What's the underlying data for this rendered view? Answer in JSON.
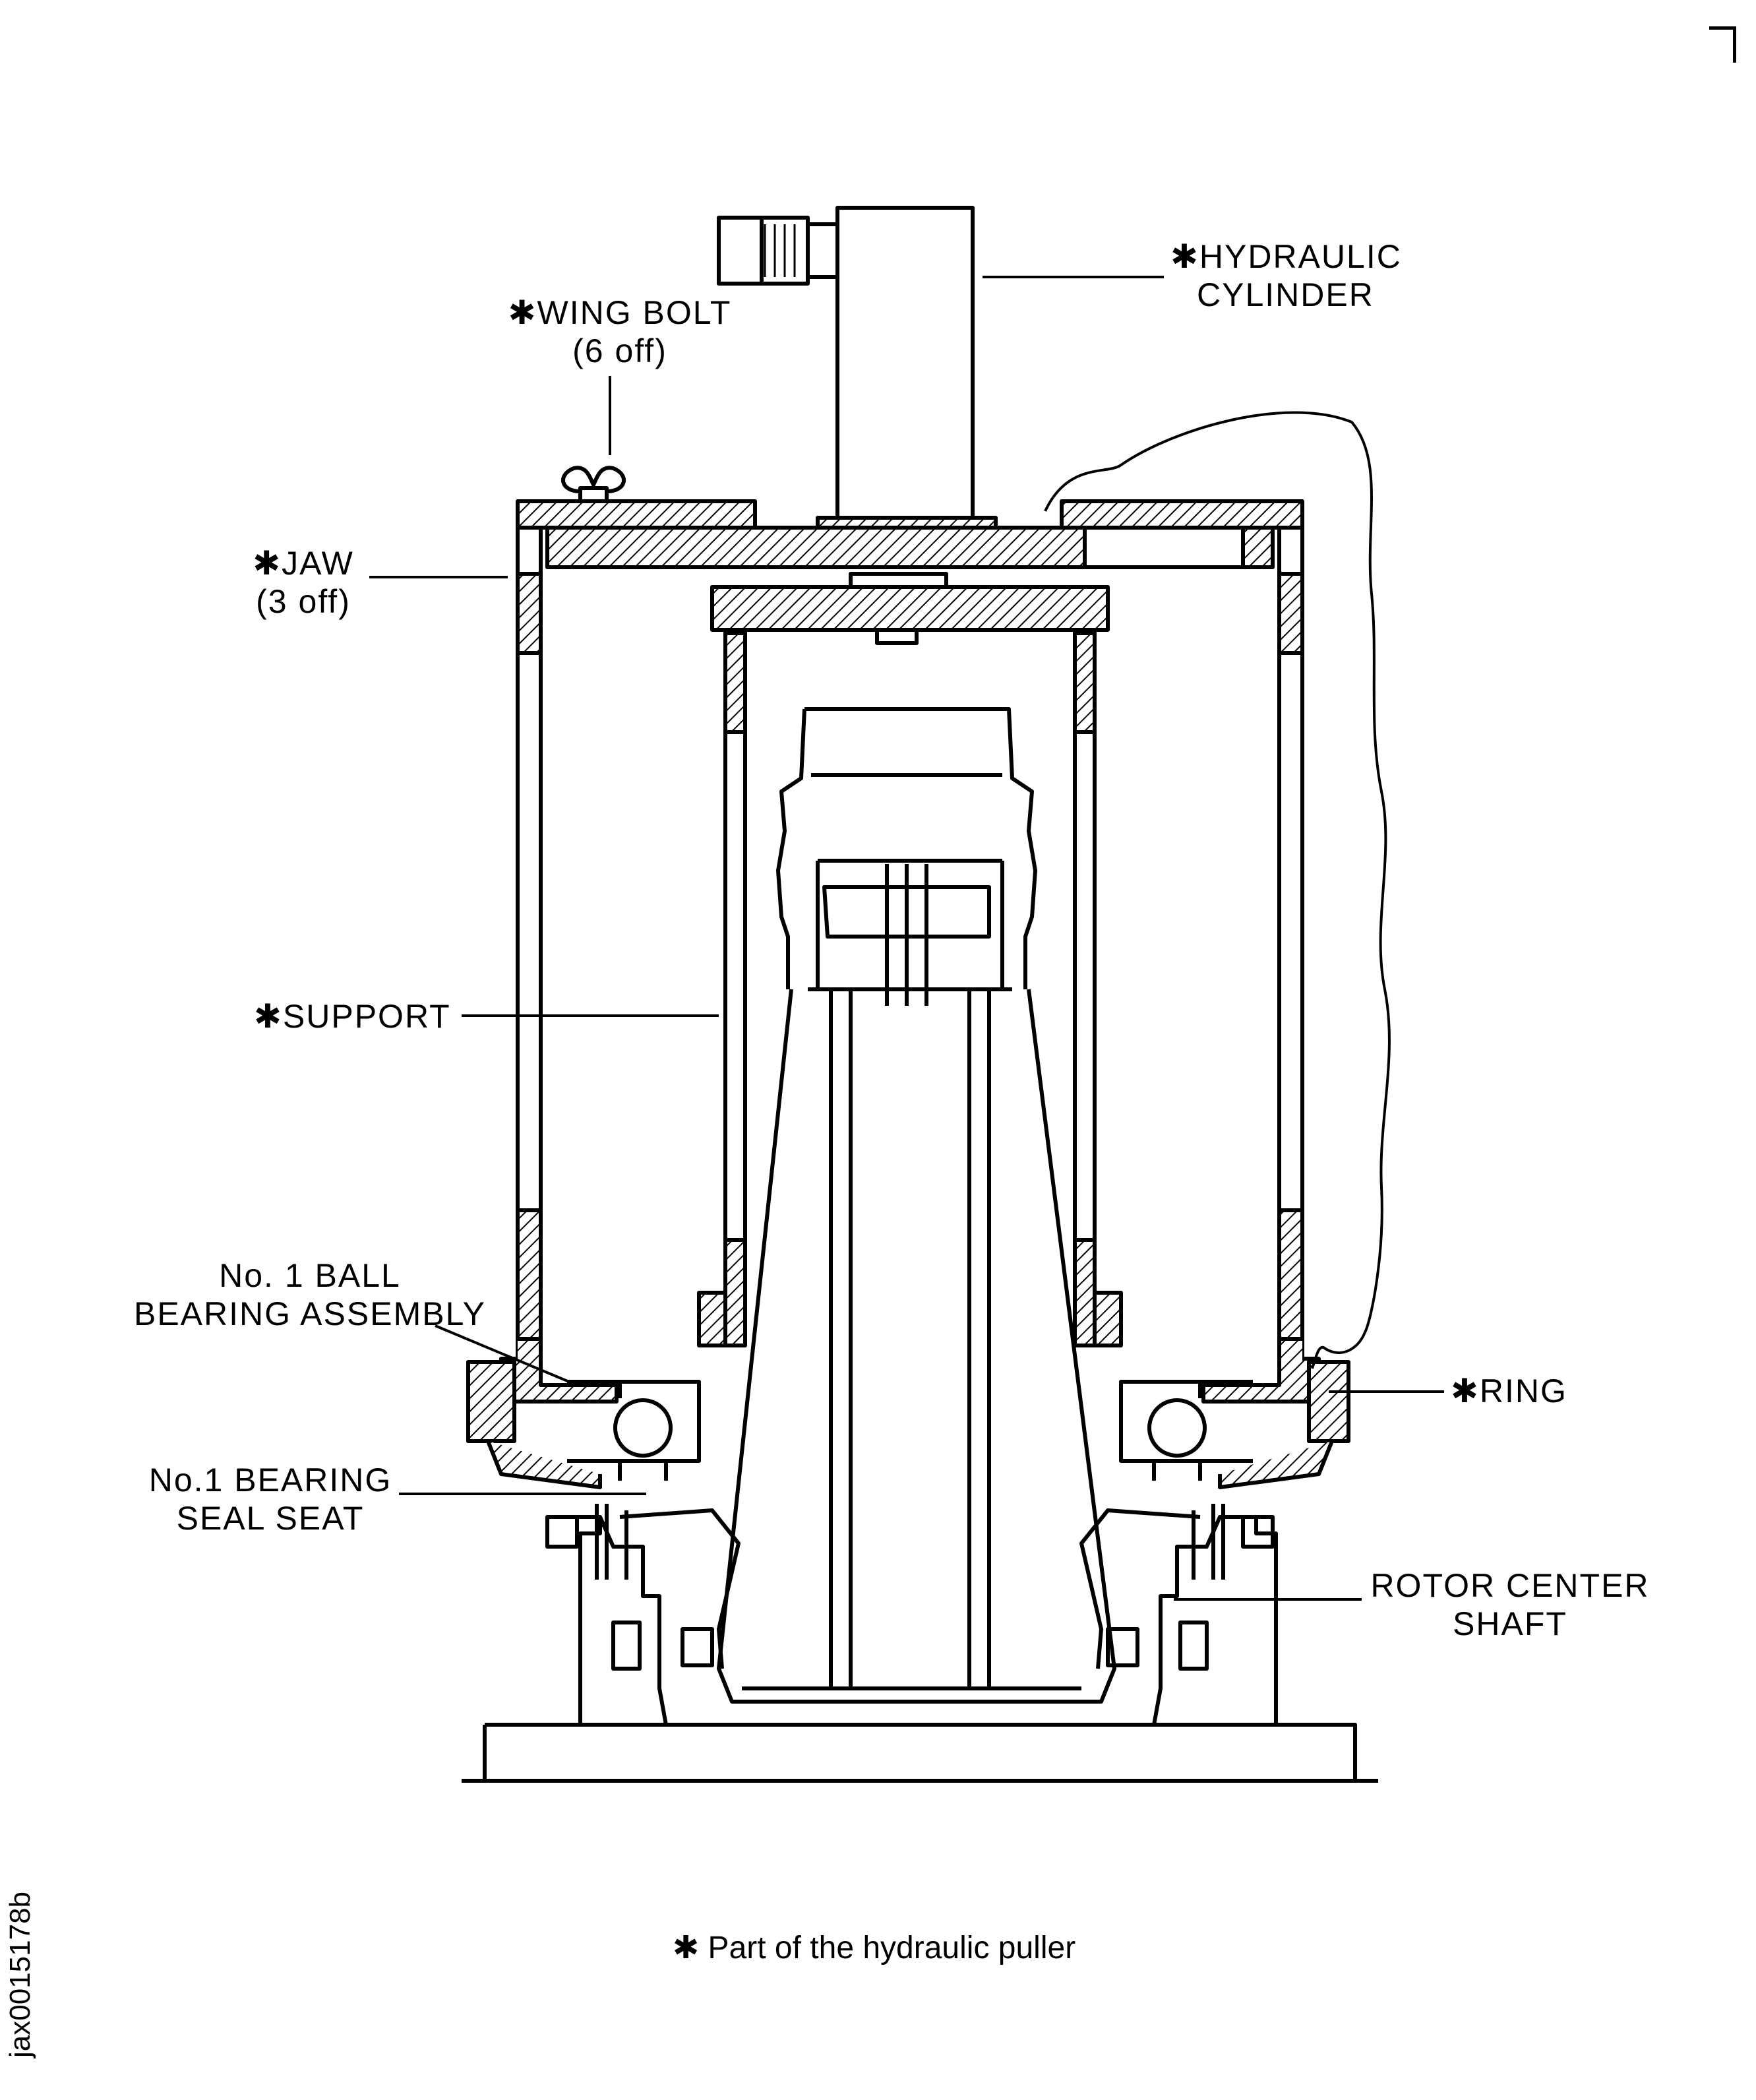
{
  "diagram": {
    "labels": {
      "hydraulic_cylinder": [
        "✱HYDRAULIC",
        "CYLINDER"
      ],
      "wing_bolt": [
        "✱WING BOLT",
        "(6 off)"
      ],
      "jaw": [
        "✱JAW",
        "(3 off)"
      ],
      "support": "✱SUPPORT",
      "ball_bearing": [
        "No. 1  BALL",
        "BEARING  ASSEMBLY"
      ],
      "ring": "✱RING",
      "seal_seat": [
        "No.1 BEARING",
        "SEAL SEAT"
      ],
      "rotor_center_shaft": [
        "ROTOR  CENTER",
        "SHAFT"
      ]
    },
    "footnote": "✱ Part of the hydraulic puller",
    "document_id": "jax0015178b"
  }
}
